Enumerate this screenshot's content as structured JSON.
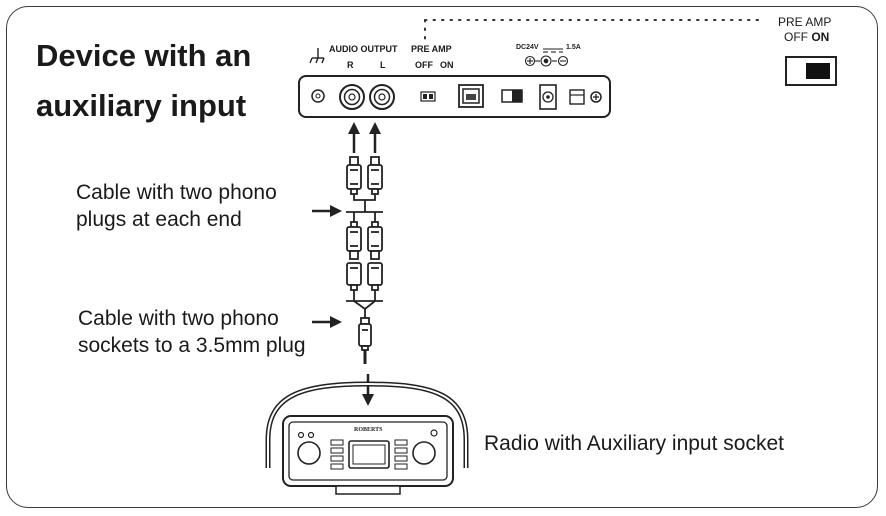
{
  "title": {
    "line1": "Device with an",
    "line2": "auxiliary input"
  },
  "panel": {
    "audio_output": "AUDIO OUTPUT",
    "right": "R",
    "left": "L",
    "pre_amp": "PRE AMP",
    "off": "OFF",
    "on": "ON",
    "dc_rating_left": "DC24V",
    "dc_rating_right": "1.5A"
  },
  "switch_callout": {
    "line1": "PRE AMP",
    "off": "OFF",
    "on": "ON"
  },
  "labels": {
    "cable1_line1": "Cable with two phono",
    "cable1_line2": "plugs at each end",
    "cable2_line1": "Cable with two phono",
    "cable2_line2": "sockets to a 3.5mm plug",
    "radio": "Radio with Auxiliary input socket"
  },
  "radio": {
    "brand": "ROBERTS"
  }
}
